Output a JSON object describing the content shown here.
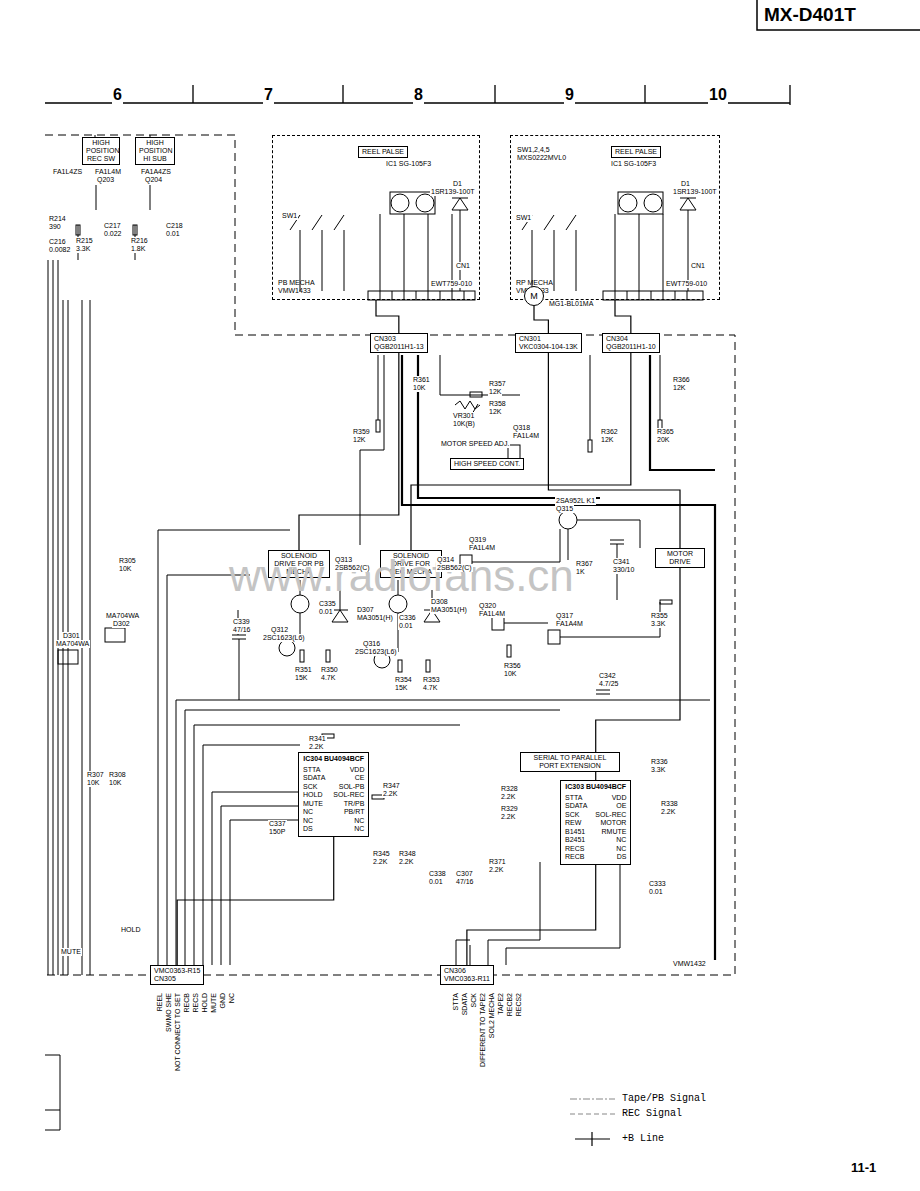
{
  "diagram": {
    "title": "MX-D401T",
    "nodes": [
      {
        "text": [
          "PB MECHA",
          "VMW1433"
        ]
      },
      {
        "text": [
          "REEL PALSE"
        ],
        "in": 0
      },
      {
        "text": [
          "RP MECHA",
          "VMW1433"
        ]
      },
      {
        "text": [
          "REEL PALSE"
        ],
        "in": 2
      },
      {
        "text": [
          "M"
        ]
      },
      {
        "text": [
          "CN303",
          "QGB2011H1-13"
        ]
      },
      {
        "text": [
          "CN301",
          "VKC0304-104-13K"
        ]
      },
      {
        "text": [
          "CN304",
          "QGB2011H1-10"
        ]
      },
      {
        "text": [
          "HIGH SPEED CONT."
        ]
      },
      {
        "text": [
          "SOLENOID DRIVE FOR PB MECHA"
        ]
      },
      {
        "text": [
          "SOLENOID DRIVE FOR REC MECHA"
        ]
      },
      {
        "text": [
          "MOTOR DRIVE"
        ]
      },
      {
        "text": [
          "IC304 BU4094BCF",
          "STTA",
          "VDD",
          "SDATA",
          "CE",
          "SCK",
          "SOL-PB",
          "HOLD",
          "SOL-REC",
          "MUTE",
          "TR/PB",
          "NC",
          "PB/RT",
          "NC",
          "NC",
          "DS",
          "NC"
        ]
      },
      {
        "text": [
          "SERIAL TO PARALLEL PORT EXTENSION"
        ]
      },
      {
        "text": [
          "IC303 BU4094BCF",
          "STTA",
          "VDD",
          "SDATA",
          "OE",
          "SCK",
          "SOL-REC",
          "REW",
          "MOTOR",
          "B1451",
          "RMUTE",
          "B2451",
          "NC",
          "RECS",
          "NC",
          "RECB",
          "DS"
        ]
      },
      {
        "text": [
          "VMC0363-R15",
          "CN305"
        ]
      },
      {
        "text": [
          "CN306",
          "VMC0363-R11"
        ]
      },
      {
        "text": [
          "HIGH POSITION REC SW"
        ]
      },
      {
        "text": [
          "HIGH POSITION HI SUB"
        ]
      }
    ],
    "edges": [
      {
        "from": 0,
        "to": 5,
        "arrow": "none"
      },
      {
        "from": 2,
        "to": 7,
        "arrow": "none"
      },
      {
        "from": 4,
        "to": 6,
        "arrow": "none"
      },
      {
        "from": 6,
        "to": 11,
        "arrow": "none"
      },
      {
        "from": 5,
        "to": 9,
        "arrow": "none"
      },
      {
        "from": 7,
        "to": 10,
        "arrow": "none"
      },
      {
        "from": 14,
        "to": 11,
        "arrow": "none"
      },
      {
        "from": 15,
        "to": 12,
        "arrow": "none"
      },
      {
        "from": 16,
        "to": 14,
        "arrow": "none"
      }
    ],
    "labels": [
      "6",
      "7",
      "8",
      "9",
      "10",
      "www.radiofans.cn",
      "11-1",
      "VMW1432",
      "FA1L4ZS",
      "FA1L4M",
      "Q203",
      "FA1A4ZS",
      "Q204",
      "R214",
      "390",
      "C216",
      "0.0082",
      "R215",
      "3.3K",
      "C217",
      "0.022",
      "R216",
      "1.8K",
      "C218",
      "0.01",
      "D301",
      "MA704WA",
      "MA704WA",
      "D302",
      "R305",
      "10K",
      "R307",
      "10K",
      "R308",
      "10K",
      "MUTE",
      "HOLD",
      "SW1",
      "IC1 SG-105F3",
      "D1",
      "1SR139-100T",
      "CN1",
      "EWT759-010",
      "SW1,2,4,5",
      "MXS0222MVL0",
      "IC1 SG-105F3",
      "D1",
      "1SR139-100T",
      "CN1",
      "EWT759-010",
      "SW1",
      "MG1-BL01MA",
      "R361",
      "10K",
      "R357",
      "12K",
      "R358",
      "12K",
      "VR301",
      "10K(B)",
      "MOTOR SPEED ADJ.",
      "Q318",
      "FA1L4M",
      "R359",
      "12K",
      "R366",
      "12K",
      "R362",
      "12K",
      "R365",
      "20K",
      "2SA952L K1",
      "Q315",
      "R367",
      "1K",
      "C341",
      "330/10",
      "Q319",
      "FA1L4M",
      "Q320",
      "FA1L4M",
      "Q317",
      "FA1A4M",
      "R355",
      "3.3K",
      "R356",
      "10K",
      "C342",
      "4.7/25",
      "Q313",
      "2SB562(C)",
      "Q314",
      "2SB562(C)",
      "Q312",
      "2SC1623(L6)",
      "Q316",
      "2SC1623(L6)",
      "D307",
      "MA3051(H)",
      "D308",
      "MA3051(H)",
      "C339",
      "47/16",
      "C335",
      "0.01",
      "C336",
      "0.01",
      "R351",
      "15K",
      "R350",
      "4.7K",
      "R354",
      "15K",
      "R353",
      "4.7K",
      "R341",
      "2.2K",
      "R347",
      "2.2K",
      "R345",
      "2.2K",
      "R348",
      "2.2K",
      "C337",
      "150P",
      "C338",
      "0.01",
      "C307",
      "47/16",
      "R371",
      "2.2K",
      "R328",
      "2.2K",
      "R329",
      "2.2K",
      "C333",
      "0.01",
      "R336",
      "3.3K",
      "R338",
      "2.2K",
      "REEL",
      "SWMO SHE",
      "NOT CONNECT TO SET",
      "RECB",
      "RECS",
      "HOLD",
      "MUTE",
      "GND",
      "NC",
      "STTA",
      "SDATA",
      "SCK",
      "DIFFERENT TO TAPE2",
      "SOL2 MECHA",
      "TAPE2",
      "RECB2",
      "RECS2"
    ],
    "legend": [
      {
        "text": "Tape/PB Signal"
      },
      {
        "text": "REC Signal"
      },
      {
        "text": "+B Line"
      }
    ]
  }
}
